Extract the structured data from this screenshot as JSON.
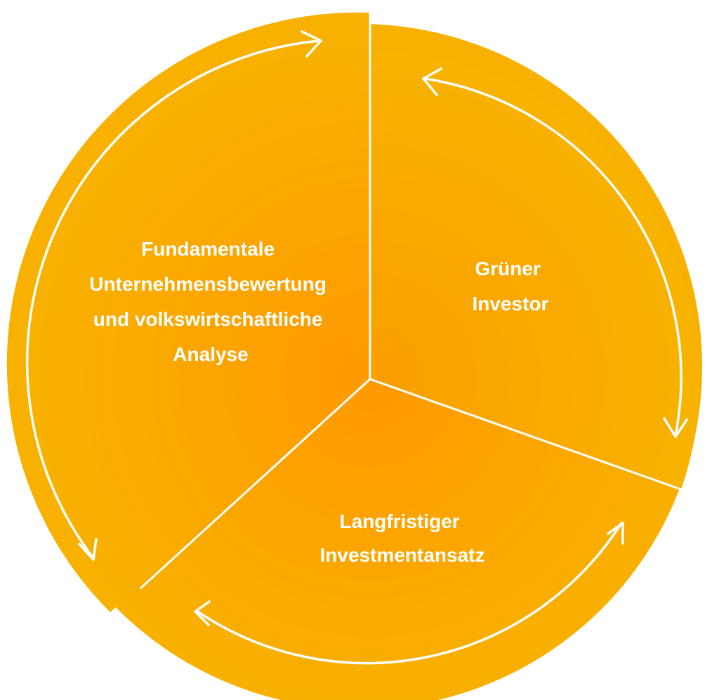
{
  "diagram": {
    "segments": [
      {
        "id": "fundamental",
        "lines": [
          "Fundamentale",
          "Unternehmensbewertung",
          "und volkswirtschaftliche",
          "Analyse"
        ]
      },
      {
        "id": "green",
        "lines": [
          "Grüner",
          "Investor"
        ]
      },
      {
        "id": "longterm",
        "lines": [
          "Langfristiger",
          "Investmentansatz"
        ]
      }
    ],
    "colors": {
      "light": "#F8B100",
      "dark": "#FF9900",
      "arrows": "#FFFFFF",
      "text": "#FFFFFF"
    }
  }
}
